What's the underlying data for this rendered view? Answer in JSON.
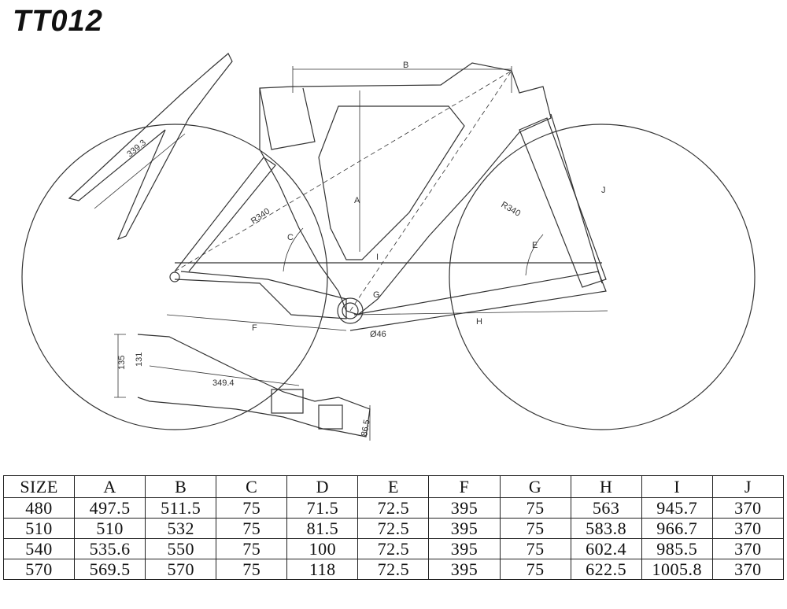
{
  "title": "TT012",
  "labels": {
    "top_tube": "B",
    "seat_tube": "A",
    "chainstay_len": "F",
    "down_tube": "H",
    "wheelbase": "I",
    "angle_c": "C",
    "angle_e": "E",
    "bb_drop": "G",
    "head_len": "J",
    "fork_len": "339.3",
    "rear_radius": "R340",
    "front_radius": "R340",
    "bb_dia": "Ø46",
    "stem_len": "349.4",
    "stem_h1": "135",
    "stem_h2": "131",
    "stem_w": "86.5"
  },
  "table": {
    "headers": [
      "SIZE",
      "A",
      "B",
      "C",
      "D",
      "E",
      "F",
      "G",
      "H",
      "I",
      "J"
    ],
    "rows": [
      [
        "480",
        "497.5",
        "511.5",
        "75",
        "71.5",
        "72.5",
        "395",
        "75",
        "563",
        "945.7",
        "370"
      ],
      [
        "510",
        "510",
        "532",
        "75",
        "81.5",
        "72.5",
        "395",
        "75",
        "583.8",
        "966.7",
        "370"
      ],
      [
        "540",
        "535.6",
        "550",
        "75",
        "100",
        "72.5",
        "395",
        "75",
        "602.4",
        "985.5",
        "370"
      ],
      [
        "570",
        "569.5",
        "570",
        "75",
        "118",
        "72.5",
        "395",
        "75",
        "622.5",
        "1005.8",
        "370"
      ]
    ]
  }
}
